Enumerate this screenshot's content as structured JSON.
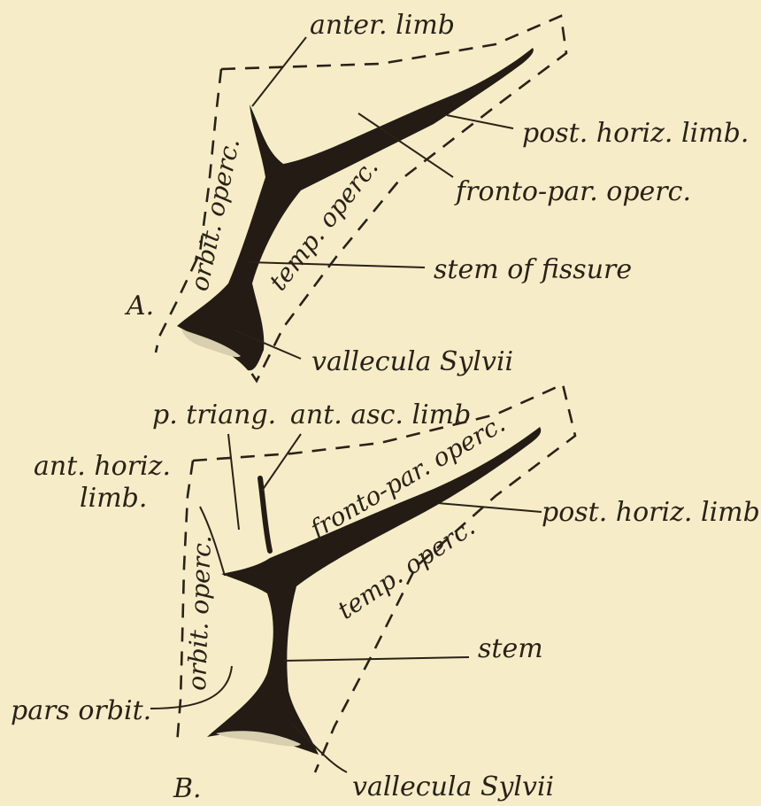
{
  "figure_a": {
    "label": "A.",
    "labels": {
      "anterior_limb": "anter. limb",
      "posterior_horizontal_limb": "post. horiz. limb.",
      "frontoparietal_operculum": "fronto-par. operc.",
      "stem_of_fissure": "stem of fissure",
      "vallecula_sylvii": "vallecula Sylvii",
      "orbital_operculum": "orbit. operc.",
      "temporal_operculum": "temp. operc."
    }
  },
  "figure_b": {
    "label": "B.",
    "labels": {
      "pars_triangularis": "p. triang.",
      "anterior_ascending_limb": "ant. asc. limb",
      "anterior_horizontal_limb_line1": "ant. horiz.",
      "anterior_horizontal_limb_line2": "limb.",
      "frontoparietal_operculum": "fronto-par. operc.",
      "posterior_horizontal_limb": "post. horiz. limb",
      "temporal_operculum": "temp. operc.",
      "orbital_operculum": "orbit. operc.",
      "stem": "stem",
      "pars_orbitalis": "pars orbit.",
      "vallecula_sylvii": "vallecula Sylvii"
    }
  },
  "colors": {
    "paper": "#f6edc8",
    "ink": "#231b14"
  }
}
